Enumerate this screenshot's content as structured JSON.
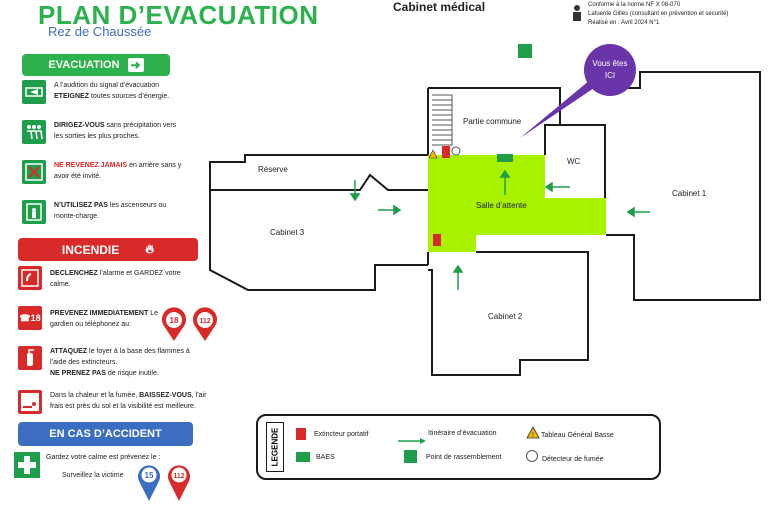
{
  "header": {
    "title": "PLAN D’EVACUATION",
    "subtitle": "Rez de Chaussée",
    "site_name": "Cabinet médical",
    "norm": "Conforme à la norme NF X 08-070",
    "author": "Lafuente Gilles (consultant en prévention et sécurité)",
    "made": "Réalisé en : Avril 2024 N°1"
  },
  "evacuation": {
    "banner": "EVACUATION",
    "items": [
      {
        "lead": "",
        "bold": "",
        "text": "A l’audition du signal d’évacuation ",
        "bold2": "ETEIGNEZ",
        "text2": " toutes sources d’énergie."
      },
      {
        "bold": "DIRIGEZ-VOUS",
        "text": " sans précipitation vers les sorties les plus proches."
      },
      {
        "bold": "NE REVENEZ JAMAIS",
        "text": " en arrière sans y avoir été invité."
      },
      {
        "bold": "N’UTILISEZ PAS",
        "text": " les ascenseurs ou monte-charge."
      }
    ]
  },
  "incendie": {
    "banner": "INCENDIE",
    "items": [
      {
        "bold": "DECLENCHEZ",
        "text": " l’alarme et GARDEZ votre calme."
      },
      {
        "bold": "PREVENEZ IMMEDIATEMENT",
        "text": " Le gardien ou téléphonez au:"
      },
      {
        "bold": "ATTAQUEZ",
        "text": " le foyer à la base des flammes à l’aide des extincteurs.",
        "bold2": "NE PRENEZ PAS",
        "text2": " de risque inutile."
      },
      {
        "bold": "",
        "text": "Dans la chaleur et la fumée, ",
        "bold2": "BAISSEZ-VOUS",
        "text2": ", l’air frais est près du sol et la visibilité est meilleure."
      }
    ],
    "pins": [
      "18",
      "112"
    ]
  },
  "accident": {
    "banner": "EN CAS D’ACCIDENT",
    "line1": "Gardez votre calme est prévenez le :",
    "line2": "Surveillez la victime",
    "pins": [
      "15",
      "112"
    ]
  },
  "plan": {
    "you_are_here": "Vous êtes ICI",
    "rooms": {
      "partie_commune": "Partie commune",
      "reserve": "Réserve",
      "cabinet3": "Cabinet 3",
      "salle_attente": "Salle d’attente",
      "wc": "WC",
      "cabinet1": "Cabinet 1",
      "cabinet2": "Cabinet 2"
    }
  },
  "legend": {
    "title": "LEGENDE",
    "extincteur": "Extincteur portatif",
    "itineraire": "Itinéraire d’évacuation",
    "tableau": "Tableau Général Basse",
    "baes": "BAES",
    "rassemblement": "Point de rassemblement",
    "detecteur": "Détecteur de fumée"
  },
  "colors": {
    "green": "#2bb24c",
    "red": "#d92a2a",
    "blue": "#3b6ec0",
    "lime": "#a8f200",
    "purple": "#6a35a8"
  }
}
